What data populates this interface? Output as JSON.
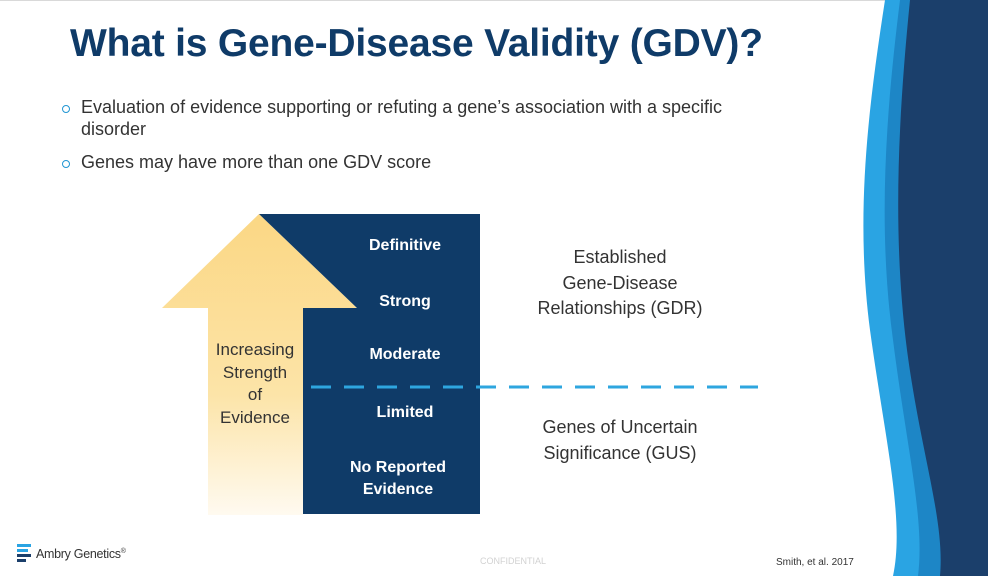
{
  "slide": {
    "title": "What is Gene-Disease Validity (GDV)?",
    "bullets": [
      "Evaluation of evidence supporting or refuting a gene’s association with a specific disorder",
      "Genes may have more than one GDV score"
    ]
  },
  "diagram": {
    "arrow_lines": [
      "Increasing",
      "Strength",
      "of",
      "Evidence"
    ],
    "levels": [
      "Definitive",
      "Strong",
      "Moderate",
      "Limited",
      "No Reported Evidence"
    ],
    "established_lines": [
      "Established",
      "Gene-Disease",
      "Relationships (GDR)"
    ],
    "uncertain_lines": [
      "Genes of Uncertain",
      "Significance (GUS)"
    ]
  },
  "footer": {
    "company": "Ambry Genetics",
    "trademark": "®",
    "confidential": "CONFIDENTIAL",
    "citation": "Smith, et al. 2017"
  },
  "colors": {
    "title": "#0f3b68",
    "box": "#0f3b68",
    "arrow": "#fbd784",
    "dashes": "#2ea6df",
    "wave_dark": "#1b3f6b",
    "wave_light": "#2aa4e3",
    "bullet_marker": "#2196d3"
  }
}
